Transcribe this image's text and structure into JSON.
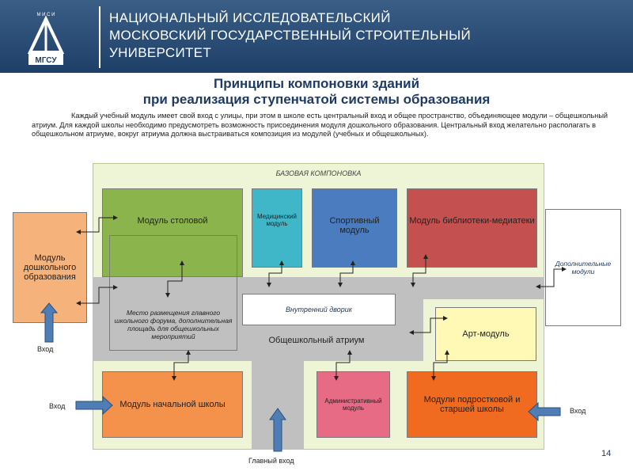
{
  "header": {
    "logo_top_text": "М И С И",
    "logo_bottom_text": "МГСУ",
    "line1": "НАЦИОНАЛЬНЫЙ ИССЛЕДОВАТЕЛЬСКИЙ",
    "line2": "МОСКОВСКИЙ  ГОСУДАРСТВЕННЫЙ СТРОИТЕЛЬНЫЙ",
    "line3": "УНИВЕРСИТЕТ"
  },
  "title": {
    "line1": "Принципы компоновки  зданий",
    "line2": "при реализация ступенчатой системы образования"
  },
  "paragraph": "Каждый учебный модуль имеет свой вход с улицы, при этом в школе есть центральный вход и общее пространство, объединяющее модули – общешкольный атриум. Для каждой школы необходимо предусмотреть возможность присоединения модуля дошкольного образования. Центральный вход желательно располагать в общешкольном атриуме, вокруг атриума должна выстраиваться композиция из модулей (учебных и общешкольных).",
  "diagram": {
    "base_label": "БАЗОВАЯ КОМПОНОВКА",
    "canteen": "Модуль столовой",
    "medical": "Медицинский модуль",
    "sport": "Спортивный модуль",
    "library": "Модуль библиотеки-медиатеки",
    "preschool": "Модуль дошкольного образования",
    "additional": "Дополнительные модули",
    "forum": "Место размещения главного школьного форума, дополнительная площадь для общешкольных мероприятий",
    "courtyard": "Внутренний дворик",
    "atrium": "Общешкольный атриум",
    "art": "Арт-модуль",
    "primary": "Модуль начальной школы",
    "admin": "Административный модуль",
    "senior": "Модули подростковой и старшей школы",
    "entry_left": "Вход",
    "entry_primary": "Вход",
    "entry_senior": "Вход",
    "main_entry": "Главный вход"
  },
  "page_number": "14",
  "colors": {
    "header": "#274a75",
    "base_area": "#eef5d6",
    "corridor": "#c0c0c0",
    "canteen": "#8cb44c",
    "medical": "#40b6c9",
    "sport": "#4b7cc0",
    "library": "#c55050",
    "preschool": "#f5b27a",
    "art": "#fff9b5",
    "primary": "#f4914a",
    "admin": "#e86b86",
    "senior": "#f06b1f",
    "arrow": "#4f7db5"
  }
}
